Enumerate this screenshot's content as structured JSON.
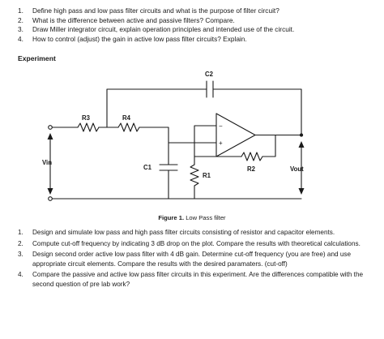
{
  "questions": [
    {
      "num": "1.",
      "text": "Define high pass and low pass filter circuits and what is the purpose of filter circuit?"
    },
    {
      "num": "2.",
      "text": "What is the difference between active and passive filters? Compare."
    },
    {
      "num": "3.",
      "text": "Draw Miller integrator circuit, explain operation principles and intended use of the circuit."
    },
    {
      "num": "4.",
      "text": "How to control (adjust) the gain in active low pass filter circuits? Explain."
    }
  ],
  "section_heading": "Experiment",
  "circuit": {
    "labels": {
      "c2": "C2",
      "r3": "R3",
      "r4": "R4",
      "c1": "C1",
      "r1": "R1",
      "r2": "R2",
      "vin": "Vin",
      "vout": "Vout",
      "plus": "+",
      "minus": "−"
    }
  },
  "figure": {
    "label": "Figure 1.",
    "caption": "Low Pass filter"
  },
  "tasks": [
    {
      "num": "1.",
      "text": "Design and simulate low pass and high pass filter circuits consisting of resistor and capacitor elements."
    },
    {
      "num": "2.",
      "text": "Compute cut-off frequency by indicating 3 dB drop on the plot. Compare the results with theoretical calculations."
    },
    {
      "num": "3.",
      "text": "Design second order active low pass filter with 4 dB gain. Determine cut-off frequency (you are free) and use appropriate circuit elements. Compare the results with the desired paramaters. (cut-off)"
    },
    {
      "num": "4.",
      "text": "Compare the passive and active low pass filter circuits in this experiment. Are the differences compatible with the second question of pre lab work?"
    }
  ]
}
